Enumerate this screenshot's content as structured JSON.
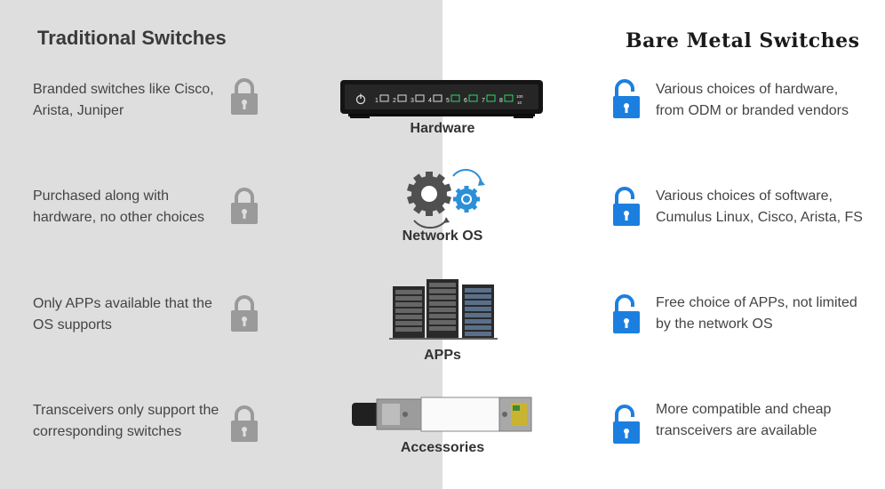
{
  "titles": {
    "left": "Traditional Switches",
    "right": "Bare Metal Switches"
  },
  "rows": [
    {
      "category": "Hardware",
      "traditional": [
        "Branded switches like Cisco,",
        "Arista, Juniper"
      ],
      "bare_metal": [
        "Various choices of hardware,",
        "from ODM or branded vendors"
      ]
    },
    {
      "category": "Network OS",
      "traditional": [
        "Purchased along with",
        "hardware, no other choices"
      ],
      "bare_metal": [
        "Various choices of software,",
        "Cumulus Linux, Cisco, Arista, FS"
      ]
    },
    {
      "category": "APPs",
      "traditional": [
        "Only APPs available that the",
        "OS supports"
      ],
      "bare_metal": [
        "Free choice of APPs, not limited",
        "by the network OS"
      ]
    },
    {
      "category": "Accessories",
      "traditional": [
        "Transceivers only support the",
        "corresponding switches"
      ],
      "bare_metal": [
        "More compatible and cheap",
        "transceivers are available"
      ]
    }
  ],
  "switch_ports": {
    "numbers": [
      "1",
      "2",
      "3",
      "4",
      "5",
      "6",
      "7",
      "8"
    ],
    "speed_top": "100",
    "speed_bottom": "10"
  },
  "colors": {
    "left_bg": "#dedede",
    "locked": "#9a9a9a",
    "unlocked": "#1b7fe0",
    "gear": "#505050",
    "gear_small": "#2b8fd9",
    "port_led": "#2fd56b"
  }
}
